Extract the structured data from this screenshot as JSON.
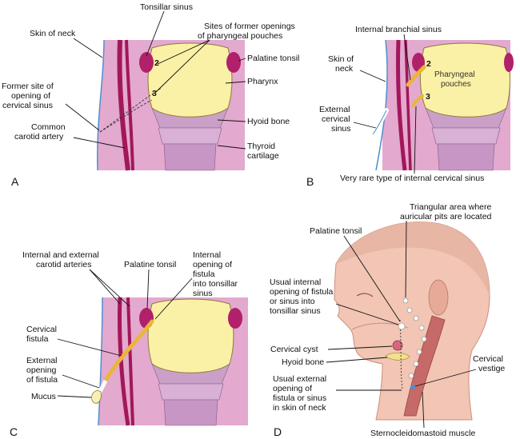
{
  "panels": {
    "A": {
      "letter": "A",
      "labels": {
        "tonsillar_sinus": "Tonsillar sinus",
        "skin_of_neck": "Skin of neck",
        "sites_former_openings_1": "Sites of former openings",
        "sites_former_openings_2": "of pharyngeal pouches",
        "palatine_tonsil": "Palatine tonsil",
        "pharynx": "Pharynx",
        "former_site_1": "Former site of",
        "former_site_2": "opening of",
        "former_site_3": "cervical sinus",
        "hyoid_bone": "Hyoid bone",
        "common_carotid_1": "Common",
        "common_carotid_2": "carotid artery",
        "thyroid_1": "Thyroid",
        "thyroid_2": "cartilage",
        "num_2": "2",
        "num_3": "3"
      }
    },
    "B": {
      "letter": "B",
      "labels": {
        "internal_branchial_sinus": "Internal branchial sinus",
        "skin_of_1": "Skin of",
        "skin_of_2": "neck",
        "pharyngeal_1": "Pharyngeal",
        "pharyngeal_2": "pouches",
        "external_1": "External",
        "external_2": "cervical",
        "external_3": "sinus",
        "very_rare": "Very rare type of internal cervical sinus",
        "num_2": "2",
        "num_3": "3"
      }
    },
    "C": {
      "letter": "C",
      "labels": {
        "int_ext_carotid_1": "Internal and external",
        "int_ext_carotid_2": "carotid arteries",
        "palatine_tonsil": "Palatine tonsil",
        "internal_opening_1": "Internal",
        "internal_opening_2": "opening of",
        "internal_opening_3": "fistula",
        "internal_opening_4": "into tonsillar",
        "internal_opening_5": "sinus",
        "cervical_fistula_1": "Cervical",
        "cervical_fistula_2": "fistula",
        "external_opening_1": "External",
        "external_opening_2": "opening",
        "external_opening_3": "of fistula",
        "mucus": "Mucus"
      }
    },
    "D": {
      "letter": "D",
      "labels": {
        "triangular_1": "Triangular area where",
        "triangular_2": "auricular pits are located",
        "palatine_tonsil": "Palatine tonsil",
        "usual_internal_1": "Usual internal",
        "usual_internal_2": "opening of fistula",
        "usual_internal_3": "or sinus into",
        "usual_internal_4": "tonsillar sinus",
        "cervical_cyst": "Cervical cyst",
        "hyoid_bone": "Hyoid bone",
        "cervical_vestige_1": "Cervical",
        "cervical_vestige_2": "vestige",
        "usual_external_1": "Usual external",
        "usual_external_2": "opening of",
        "usual_external_3": "fistula or sinus",
        "usual_external_4": "in skin of neck",
        "scm": "Sternocleidomastoid muscle"
      }
    }
  },
  "colors": {
    "tissue_bg": "#e3a9cf",
    "skin_line": "#4f8fd0",
    "pharynx_yellow": "#fbf1a6",
    "pharynx_outline": "#8a7a3a",
    "artery": "#a3175a",
    "tonsil": "#b1206a",
    "cartilage": "#caa0c8",
    "sinus_tract": "#e9b63a",
    "face_skin": "#f2c5b4",
    "muscle": "#c56a68"
  }
}
